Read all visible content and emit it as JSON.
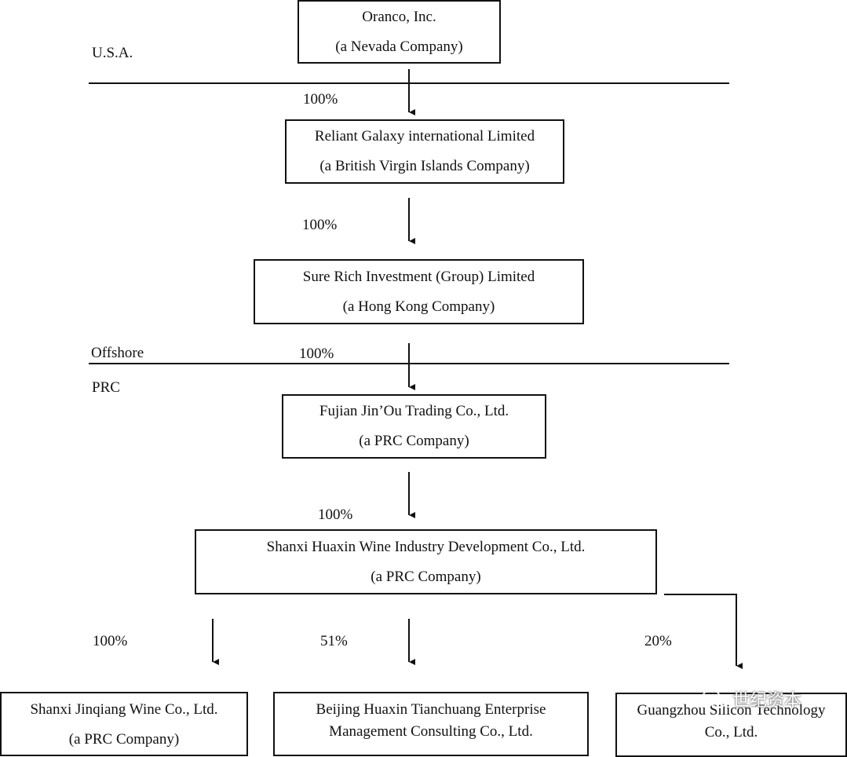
{
  "regions": {
    "usa": "U.S.A.",
    "offshore": "Offshore",
    "prc": "PRC"
  },
  "entities": {
    "oranco": {
      "name": "Oranco, Inc.",
      "sub": "(a Nevada Company)"
    },
    "reliant": {
      "name": "Reliant Galaxy international Limited",
      "sub": "(a British Virgin Islands Company)"
    },
    "sure_rich": {
      "name": "Sure Rich Investment (Group) Limited",
      "sub": "(a Hong Kong Company)"
    },
    "fujian": {
      "name": "Fujian Jin’Ou Trading Co., Ltd.",
      "sub": "(a PRC Company)"
    },
    "shanxi_huaxin": {
      "name": "Shanxi Huaxin Wine Industry Development Co., Ltd.",
      "sub": "(a PRC Company)"
    },
    "jinqiang": {
      "name": "Shanxi Jinqiang Wine Co., Ltd.",
      "sub": "(a PRC Company)"
    },
    "beijing": {
      "name": "Beijing Huaxin Tianchuang Enterprise",
      "sub": "Management Consulting Co., Ltd."
    },
    "guangzhou": {
      "name": "Guangzhou Silicon Technology",
      "sub": "Co., Ltd."
    }
  },
  "ownership": {
    "oranco_reliant": "100%",
    "reliant_sure_rich": "100%",
    "sure_rich_fujian": "100%",
    "fujian_shanxi": "100%",
    "shanxi_jinqiang": "100%",
    "shanxi_beijing": "51%",
    "shanxi_guangzhou": "20%"
  },
  "watermark": {
    "text": "世纪资本"
  }
}
